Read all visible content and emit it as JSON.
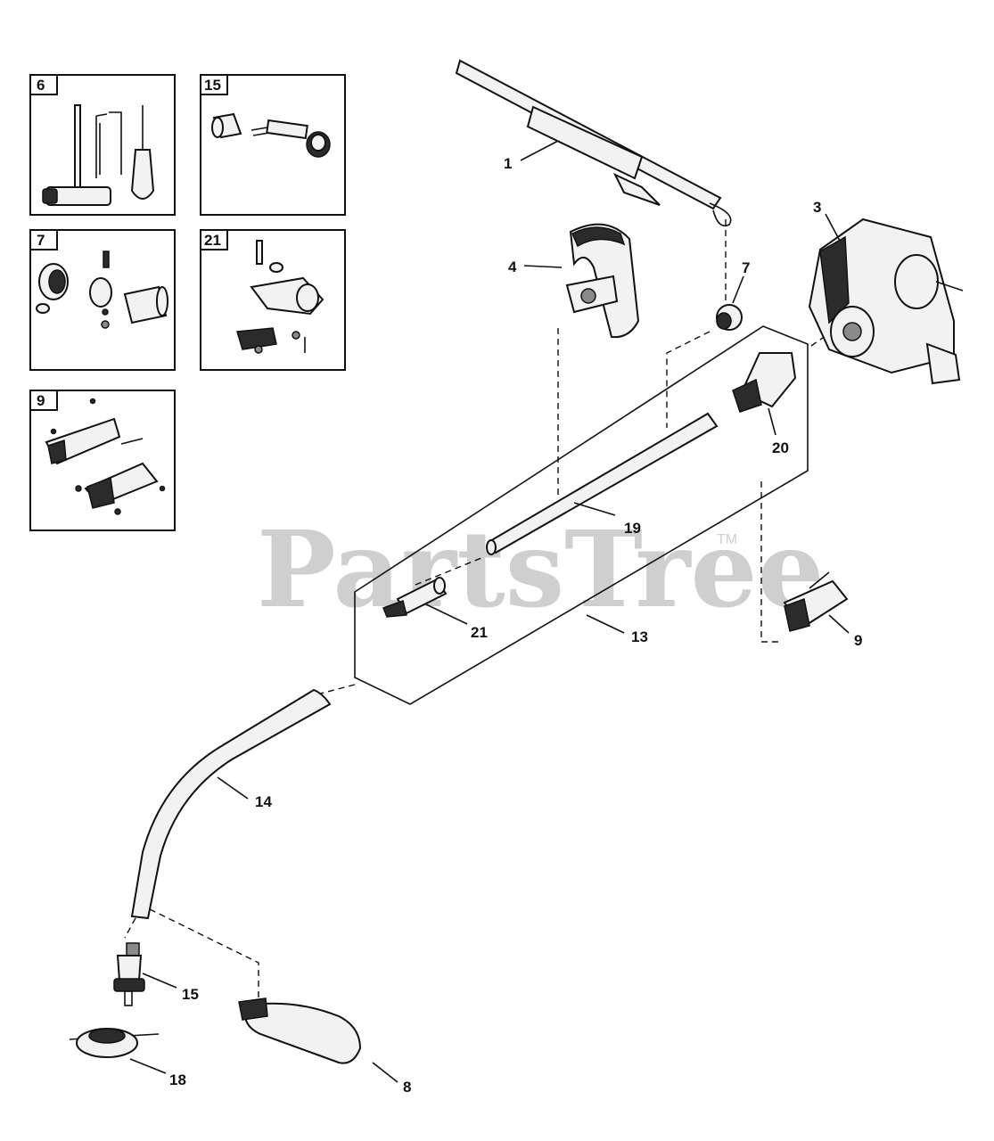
{
  "watermark": {
    "text": "PartsTree",
    "trademark": "TM"
  },
  "inset_boxes": [
    {
      "number": "6"
    },
    {
      "number": "15"
    },
    {
      "number": "7"
    },
    {
      "number": "21"
    },
    {
      "number": "9"
    }
  ],
  "callouts": [
    {
      "number": "1"
    },
    {
      "number": "3"
    },
    {
      "number": "4"
    },
    {
      "number": "7"
    },
    {
      "number": "20"
    },
    {
      "number": "19"
    },
    {
      "number": "21"
    },
    {
      "number": "13"
    },
    {
      "number": "9"
    },
    {
      "number": "14"
    },
    {
      "number": "15"
    },
    {
      "number": "18"
    },
    {
      "number": "8"
    }
  ]
}
